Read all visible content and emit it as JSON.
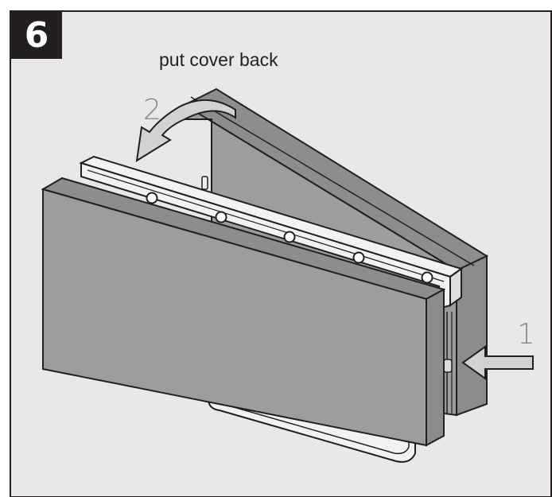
{
  "step": {
    "number": "6"
  },
  "caption": "put cover back",
  "arrows": [
    {
      "label": "2",
      "icon": "curved-arrow-icon"
    },
    {
      "label": "1",
      "icon": "right-arrow-icon"
    }
  ],
  "colors": {
    "background": "#e8e8e6",
    "panel": "#9d9d9d",
    "panel_dark": "#8d8d8d",
    "outline": "#231f20",
    "arrow_fill": "#d2d2d2",
    "strip": "#f2f2f2"
  }
}
